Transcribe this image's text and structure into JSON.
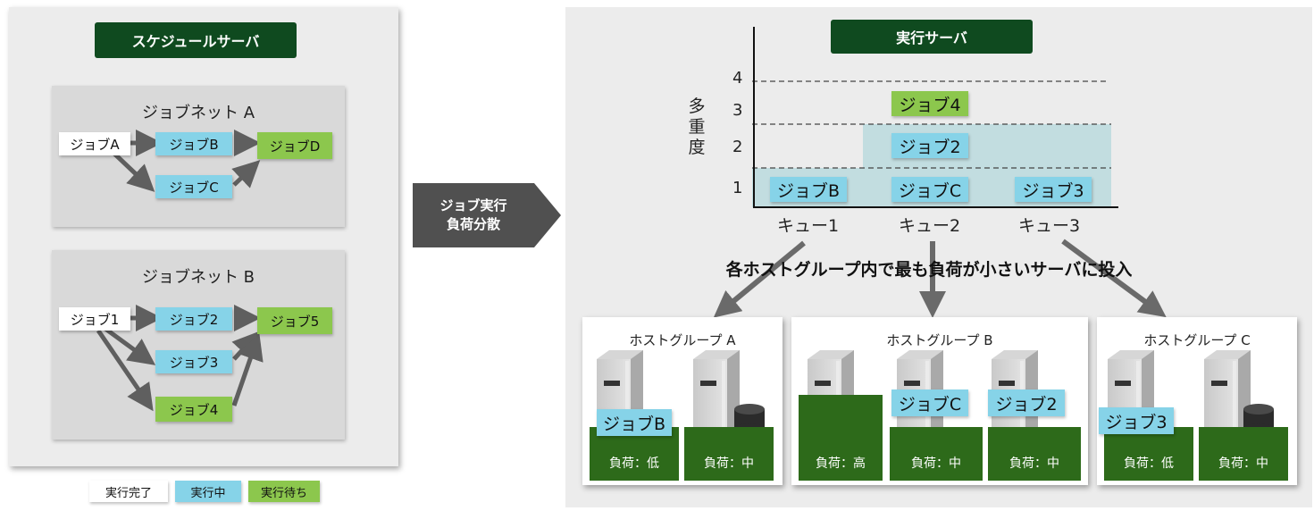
{
  "schedule_server": {
    "title": "スケジュールサーバ",
    "jobnet_a": {
      "title": "ジョブネット A",
      "jobs": [
        {
          "label": "ジョブA",
          "status": "done"
        },
        {
          "label": "ジョブB",
          "status": "running"
        },
        {
          "label": "ジョブC",
          "status": "running"
        },
        {
          "label": "ジョブD",
          "status": "waiting"
        }
      ]
    },
    "jobnet_b": {
      "title": "ジョブネット B",
      "jobs": [
        {
          "label": "ジョブ1",
          "status": "done"
        },
        {
          "label": "ジョブ2",
          "status": "running"
        },
        {
          "label": "ジョブ3",
          "status": "running"
        },
        {
          "label": "ジョブ4",
          "status": "waiting"
        },
        {
          "label": "ジョブ5",
          "status": "waiting"
        }
      ]
    }
  },
  "legend": {
    "done": "実行完了",
    "running": "実行中",
    "waiting": "実行待ち"
  },
  "center_arrow": {
    "line1": "ジョブ実行",
    "line2": "負荷分散"
  },
  "exec_server": {
    "title": "実行サーバ",
    "y_label_chars": [
      "多",
      "重",
      "度"
    ],
    "y_ticks": [
      "1",
      "2",
      "3",
      "4"
    ],
    "queues": [
      "キュー1",
      "キュー2",
      "キュー3"
    ],
    "queue_jobs": {
      "q1": [
        "ジョブB"
      ],
      "q2": [
        "ジョブC",
        "ジョブ2",
        "ジョブ4"
      ],
      "q3": [
        "ジョブ3"
      ]
    },
    "banner": "各ホストグループ内で最も負荷が小さいサーバに投入",
    "host_groups": [
      {
        "title": "ホストグループ A",
        "servers": [
          {
            "load": "負荷：低",
            "job": "ジョブB"
          },
          {
            "load": "負荷：中",
            "job": ""
          }
        ]
      },
      {
        "title": "ホストグループ B",
        "servers": [
          {
            "load": "負荷：高",
            "job": ""
          },
          {
            "load": "負荷：中",
            "job": "ジョブC"
          },
          {
            "load": "負荷：中",
            "job": "ジョブ2"
          }
        ]
      },
      {
        "title": "ホストグループ C",
        "servers": [
          {
            "load": "負荷：低",
            "job": "ジョブ3"
          },
          {
            "load": "負荷：中",
            "job": ""
          }
        ]
      }
    ]
  },
  "colors": {
    "title_bg": "#0f4a1f",
    "done": "#ffffff",
    "running": "#86d3e8",
    "waiting": "#8cc74d",
    "load": "#2d6a1a"
  }
}
